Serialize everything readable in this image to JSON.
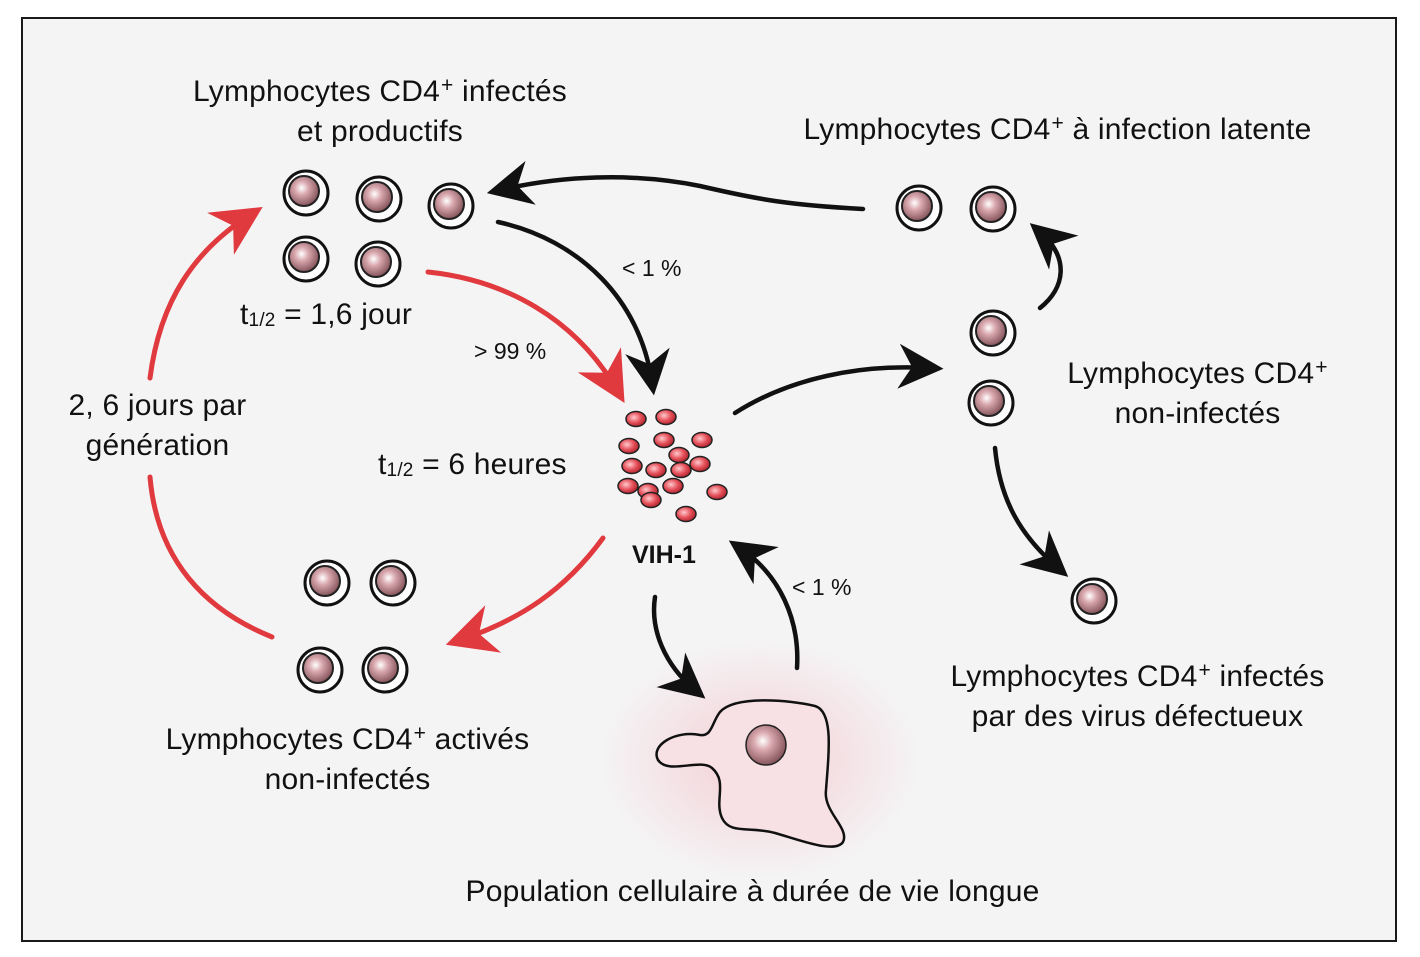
{
  "labels": {
    "infected_productive": {
      "line1_pre": "Lymphocytes CD4",
      "sup": "+",
      "line1_post": " infectés",
      "line2": "et productifs"
    },
    "latent": {
      "pre": "Lymphocytes CD4",
      "sup": "+",
      "post": " à  infection latente"
    },
    "uninfected": {
      "line1": "Lymphocytes CD4",
      "sup": "+",
      "line2": "non-infectés"
    },
    "activated": {
      "line1_pre": "Lymphocytes CD4",
      "sup": "+",
      "line1_post": " activés",
      "line2": "non-infectés"
    },
    "defective": {
      "line1_pre": "Lymphocytes CD4",
      "sup": "+",
      "line1_post": " infectés",
      "line2": "par des virus défectueux"
    },
    "long_lived": "Population cellulaire à durée de vie longue",
    "generation": {
      "line1": "2, 6 jours par",
      "line2": "génération"
    },
    "half_life_cells": {
      "t": "t",
      "sub": "1/2",
      "rest": " = 1,6 jour"
    },
    "half_life_virus": {
      "t": "t",
      "sub": "1/2",
      "rest": " = 6 heures"
    },
    "virus": "VIH-1"
  },
  "percentages": {
    "to_virus": "< 1 %",
    "productive_to_virus": "> 99 %",
    "from_long_lived": "< 1 %"
  },
  "colors": {
    "red_arrow": "#e0393e",
    "black_arrow": "#111111",
    "cell_fill": "#b98a8f",
    "virion_fill": "#e5505a",
    "macrophage_fill": "#f7e1e4"
  }
}
